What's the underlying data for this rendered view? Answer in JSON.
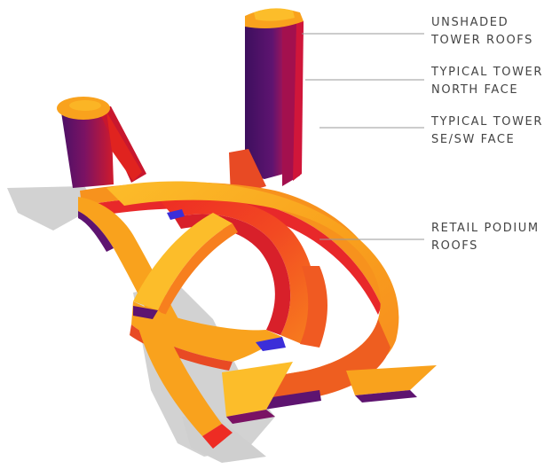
{
  "colors": {
    "deep_purple": "#3d0f5e",
    "purple": "#5e1470",
    "magenta": "#a01458",
    "crimson": "#d01a2c",
    "red": "#ee2c24",
    "orange": "#f77f1e",
    "amber": "#f9a21d",
    "yellow": "#fcbd2a",
    "highlight": "#fed253",
    "violet_accent": "#3b2ed9",
    "shadow": "#d2d2d2",
    "leader_line": "#9a9a9a",
    "label_text": "#444444"
  },
  "labels": [
    {
      "id": "unshaded-roofs",
      "lines": [
        "UNSHADED",
        "TOWER ROOFS"
      ]
    },
    {
      "id": "north-face",
      "lines": [
        "TYPICAL TOWER",
        "NORTH FACE"
      ]
    },
    {
      "id": "sesw-face",
      "lines": [
        "TYPICAL TOWER",
        "SE/SW FACE"
      ]
    },
    {
      "id": "podium-roofs",
      "lines": [
        "RETAIL PODIUM",
        "ROOFS"
      ]
    }
  ]
}
